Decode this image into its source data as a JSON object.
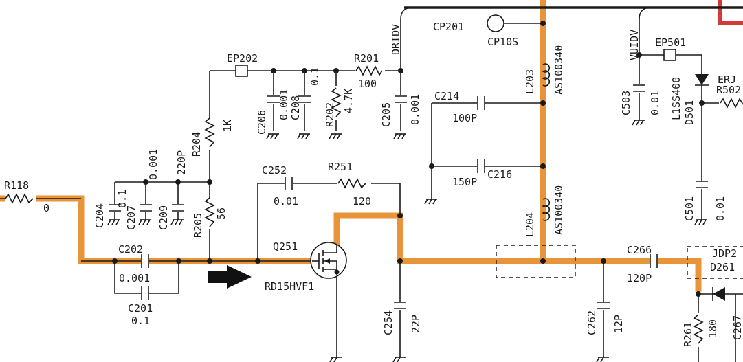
{
  "colors": {
    "wire": "#1a1a1a",
    "rf_path_highlight": "#e8953a",
    "power_rail_highlight": "#d43a3a"
  },
  "nets": {
    "dridv": "DRIDV",
    "vuidv": "VUIDV"
  },
  "components": {
    "r118": {
      "ref": "R118",
      "value": "0"
    },
    "ep202": {
      "ref": "EP202"
    },
    "r201": {
      "ref": "R201",
      "value": "100"
    },
    "c206": {
      "ref": "C206",
      "value": "0.001"
    },
    "c208": {
      "ref": "C208",
      "value": "0.1"
    },
    "r202": {
      "ref": "R202",
      "value": "4.7K"
    },
    "c205": {
      "ref": "C205",
      "value": "0.001"
    },
    "r204": {
      "ref": "R204",
      "value": "1K"
    },
    "c204": {
      "ref": "C204",
      "value": "0.1"
    },
    "c207": {
      "ref": "C207",
      "value": "0.001"
    },
    "c209": {
      "ref": "C209",
      "value": "220P"
    },
    "r205": {
      "ref": "R205",
      "value": "56"
    },
    "c202": {
      "ref": "C202",
      "value": "0.001"
    },
    "c201": {
      "ref": "C201",
      "value": "0.1"
    },
    "c252": {
      "ref": "C252",
      "value": "0.01"
    },
    "r251": {
      "ref": "R251",
      "value": "120"
    },
    "q251": {
      "ref": "Q251",
      "part": "RD15HVF1"
    },
    "c254": {
      "ref": "C254",
      "value": "22P"
    },
    "cp201": {
      "ref": "CP201",
      "part": "CP10S"
    },
    "c214": {
      "ref": "C214",
      "value": "100P"
    },
    "c216": {
      "ref": "C216",
      "value": "150P"
    },
    "l203": {
      "ref": "L203",
      "part": "AS100340"
    },
    "l204": {
      "ref": "L204",
      "part": "AS100340"
    },
    "c266": {
      "ref": "C266",
      "value": "120P"
    },
    "c262": {
      "ref": "C262",
      "value": "12P"
    },
    "jdp": {
      "ref": "JDP2"
    },
    "d261": {
      "ref": "D261"
    },
    "r261": {
      "ref": "R261",
      "value": "180"
    },
    "c267": {
      "ref": "C267"
    },
    "ep501": {
      "ref": "EP501"
    },
    "c503": {
      "ref": "C503",
      "value": "0.01"
    },
    "d501": {
      "ref": "D501",
      "part": "L1SS400"
    },
    "erj": {
      "ref": "ERJ"
    },
    "r502": {
      "ref": "R502"
    },
    "c501": {
      "ref": "C501",
      "value": "0.01"
    }
  }
}
